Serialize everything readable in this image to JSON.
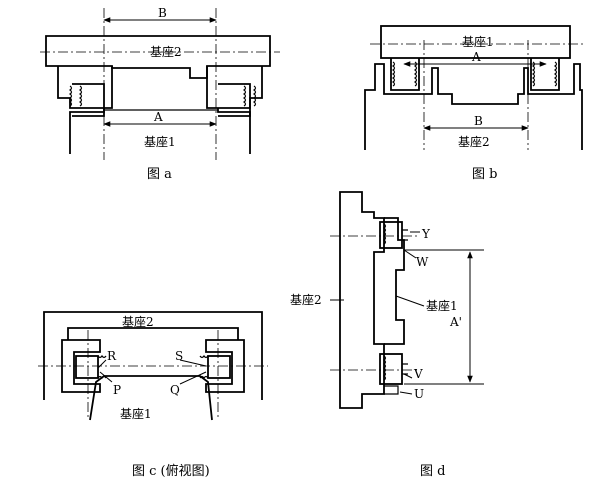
{
  "diagrams": {
    "a": {
      "caption": "图 a",
      "top_label": "基座2",
      "bottom_label": "基座1",
      "dim_top": "B",
      "dim_bottom": "A"
    },
    "b": {
      "caption": "图 b",
      "top_label": "基座1",
      "bottom_label": "基座2",
      "dim_top": "A",
      "dim_bottom": "B"
    },
    "c": {
      "caption": "图 c (俯视图)",
      "top_label": "基座2",
      "bottom_label": "基座1",
      "point_r": "R",
      "point_s": "S",
      "point_p": "P",
      "point_q": "Q"
    },
    "d": {
      "caption": "图 d",
      "left_label": "基座2",
      "right_label": "基座1",
      "dim_label": "A'",
      "point_y": "Y",
      "point_w": "W",
      "point_v": "V",
      "point_u": "U"
    }
  }
}
